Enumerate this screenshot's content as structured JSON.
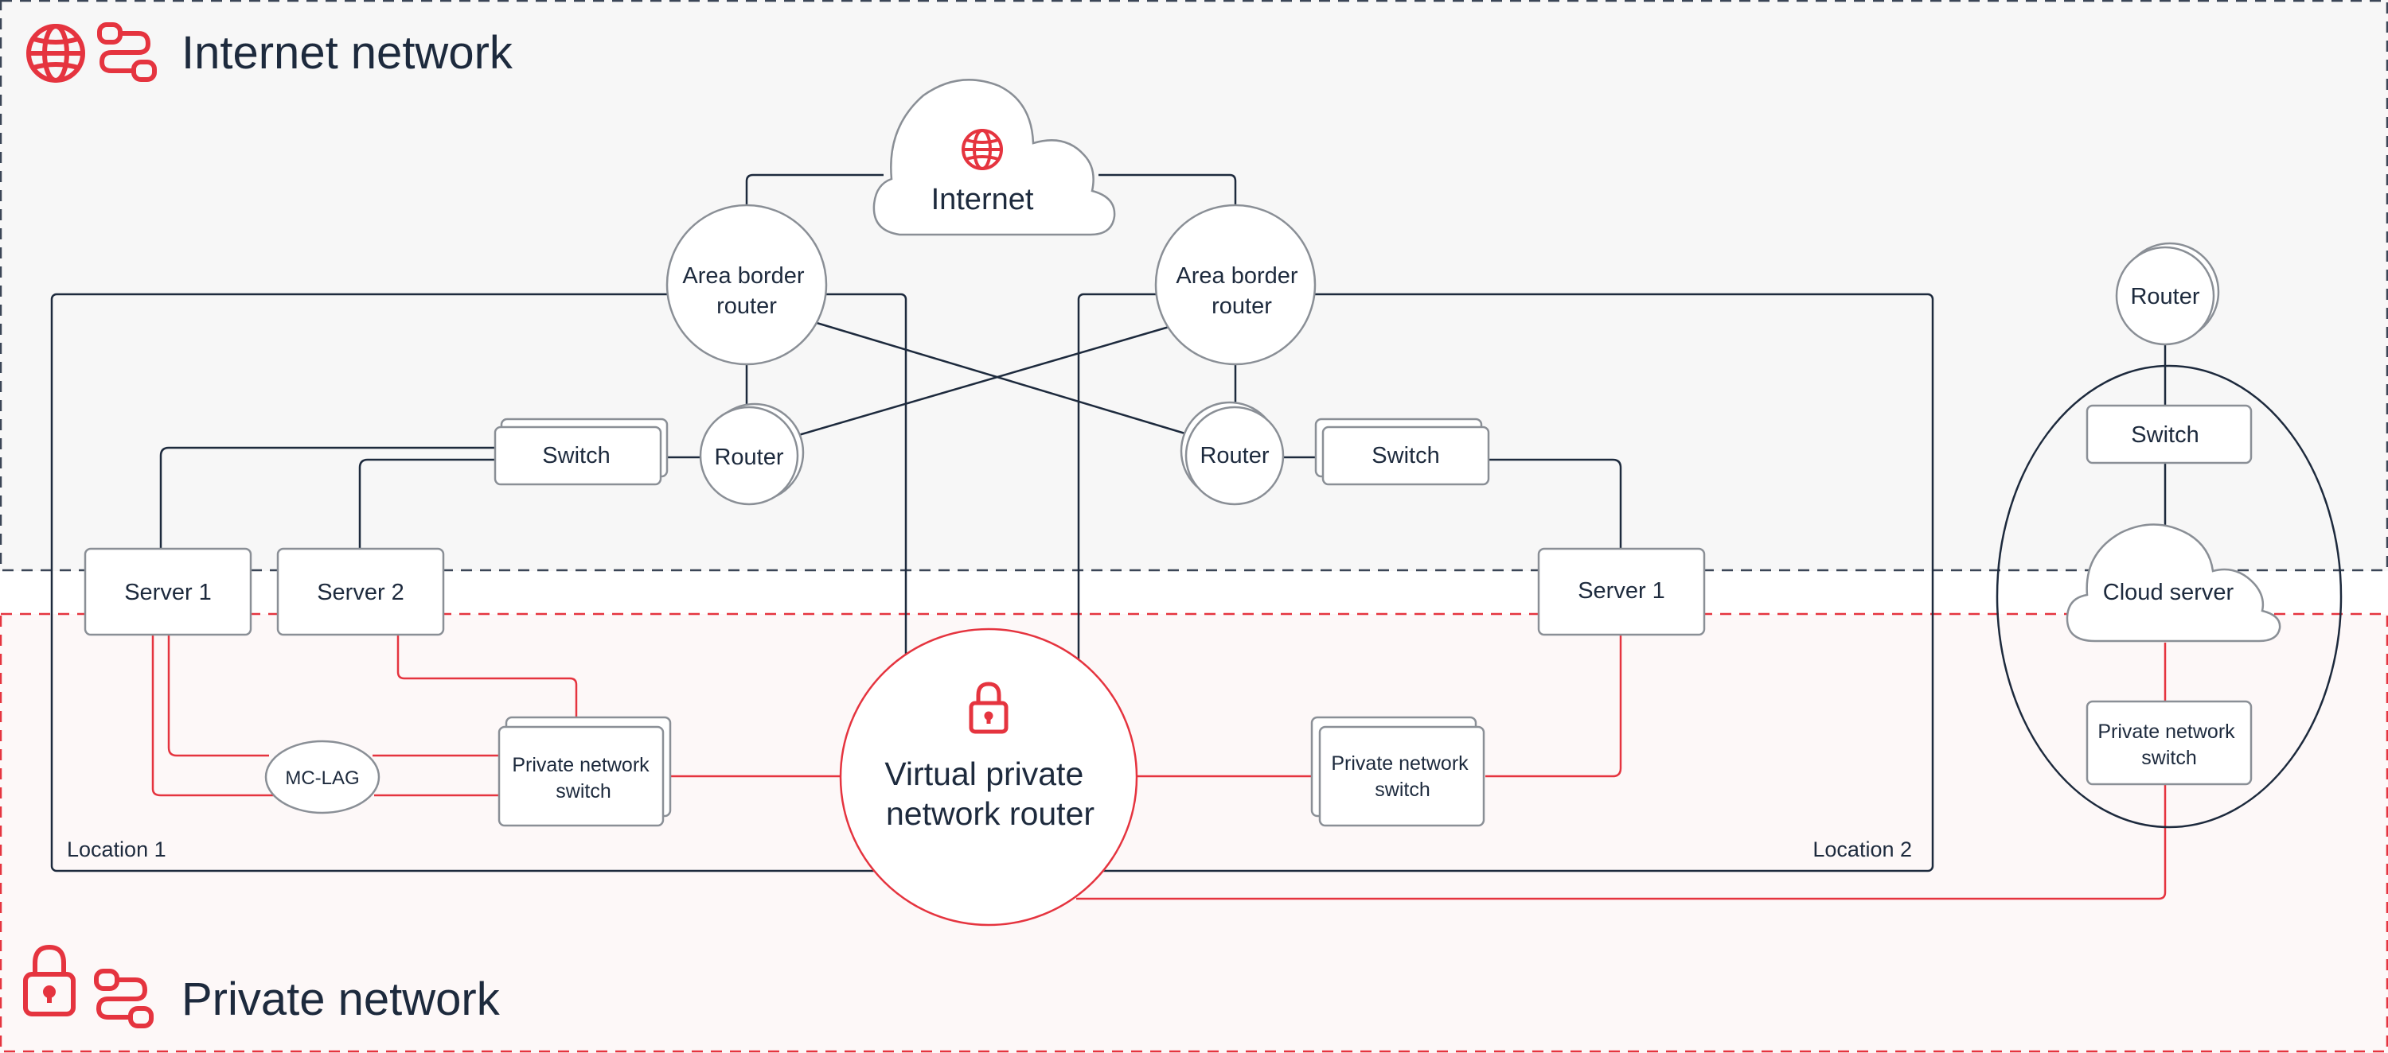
{
  "zones": {
    "internet_title": "Internet network",
    "private_title": "Private network"
  },
  "internet_cloud": {
    "label": "Internet"
  },
  "locations": {
    "loc1": "Location 1",
    "loc2": "Location 2"
  },
  "nodes": {
    "abr_left": [
      "Area border",
      "router"
    ],
    "abr_right": [
      "Area border",
      "router"
    ],
    "router_left": "Router",
    "router_right": "Router",
    "switch_left": "Switch",
    "switch_right": "Switch",
    "server1_left": "Server 1",
    "server2_left": "Server 2",
    "server1_right": "Server 1",
    "mclag": "MC-LAG",
    "pns_left": [
      "Private network",
      "switch"
    ],
    "pns_right": [
      "Private network",
      "switch"
    ],
    "vpn_router": [
      "Virtual private",
      "network router"
    ],
    "cloud_router": "Router",
    "cloud_switch": "Switch",
    "cloud_server": "Cloud server",
    "cloud_pns": [
      "Private network",
      "switch"
    ]
  },
  "colors": {
    "dark": "#1d2a3d",
    "red": "#e5343f",
    "gray_stroke": "#8a8f96",
    "internet_bg": "#f7f7f7",
    "private_bg": "#fdf8f8"
  },
  "icons": {
    "internet_zone": [
      "globe-icon",
      "network-topology-icon"
    ],
    "private_zone": [
      "lock-icon",
      "network-topology-icon"
    ],
    "cloud": "globe-icon",
    "vpn": "lock-icon"
  }
}
